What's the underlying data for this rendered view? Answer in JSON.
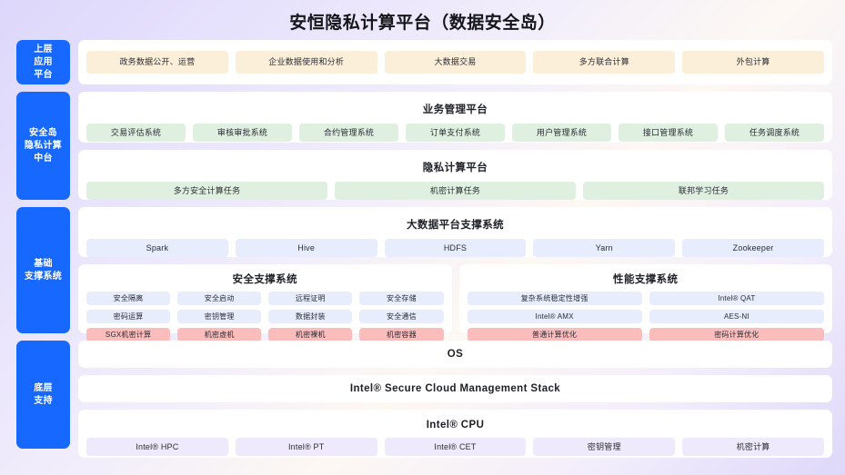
{
  "header": {
    "title": "安恒隐私计算平台（数据安全岛）"
  },
  "theme": {
    "rail_color": "#1668ff",
    "amber": "#fcefd9",
    "green": "#dff0e0",
    "blue": "#e7edfd",
    "red": "#fbbcbc",
    "lilac": "#eeeafb",
    "panel": "#ffffff",
    "background": "#ded8fa"
  },
  "rails": [
    {
      "label": "上层\n应用\n平台",
      "line1": "上层",
      "line2": "应用",
      "line3": "平台"
    },
    {
      "line1": "安全岛",
      "line2": "隐私计算",
      "line3": "中台"
    },
    {
      "line1": "基础",
      "line2": "支撑系统",
      "line3": ""
    },
    {
      "line1": "底层",
      "line2": "支持",
      "line3": ""
    }
  ],
  "layers": {
    "application": {
      "items": [
        "政务数据公开、运营",
        "企业数据使用和分析",
        "大数据交易",
        "多方联合计算",
        "外包计算"
      ]
    },
    "business_platform": {
      "title": "业务管理平台",
      "items": [
        "交易评估系统",
        "审核审批系统",
        "合约管理系统",
        "订单支付系统",
        "用户管理系统",
        "接口管理系统",
        "任务调度系统"
      ]
    },
    "privacy_platform": {
      "title": "隐私计算平台",
      "items": [
        "多方安全计算任务",
        "机密计算任务",
        "联邦学习任务"
      ]
    },
    "bigdata_platform": {
      "title": "大数据平台支撑系统",
      "items": [
        "Spark",
        "Hive",
        "HDFS",
        "Yarn",
        "Zookeeper"
      ]
    },
    "security_support": {
      "title": "安全支撑系统",
      "row1": [
        "安全隔离",
        "安全启动",
        "远程证明",
        "安全存储"
      ],
      "row2": [
        "密码运算",
        "密钥管理",
        "数据封装",
        "安全通信"
      ],
      "row3": [
        "SGX机密计算",
        "机密虚机",
        "机密裸机",
        "机密容器"
      ]
    },
    "performance_support": {
      "title": "性能支撑系统",
      "row1": [
        "复杂系统稳定性增强",
        "Intel® QAT"
      ],
      "row2": [
        "Intel® AMX",
        "AES-NI"
      ],
      "row3": [
        "普通计算优化",
        "密码计算优化"
      ]
    },
    "os": {
      "title": "OS"
    },
    "stack": {
      "title": "Intel® Secure Cloud Management Stack"
    },
    "cpu": {
      "title": "Intel® CPU",
      "items": [
        "Intel® HPC",
        "Intel® PT",
        "Intel® CET",
        "密钥管理",
        "机密计算"
      ]
    }
  }
}
